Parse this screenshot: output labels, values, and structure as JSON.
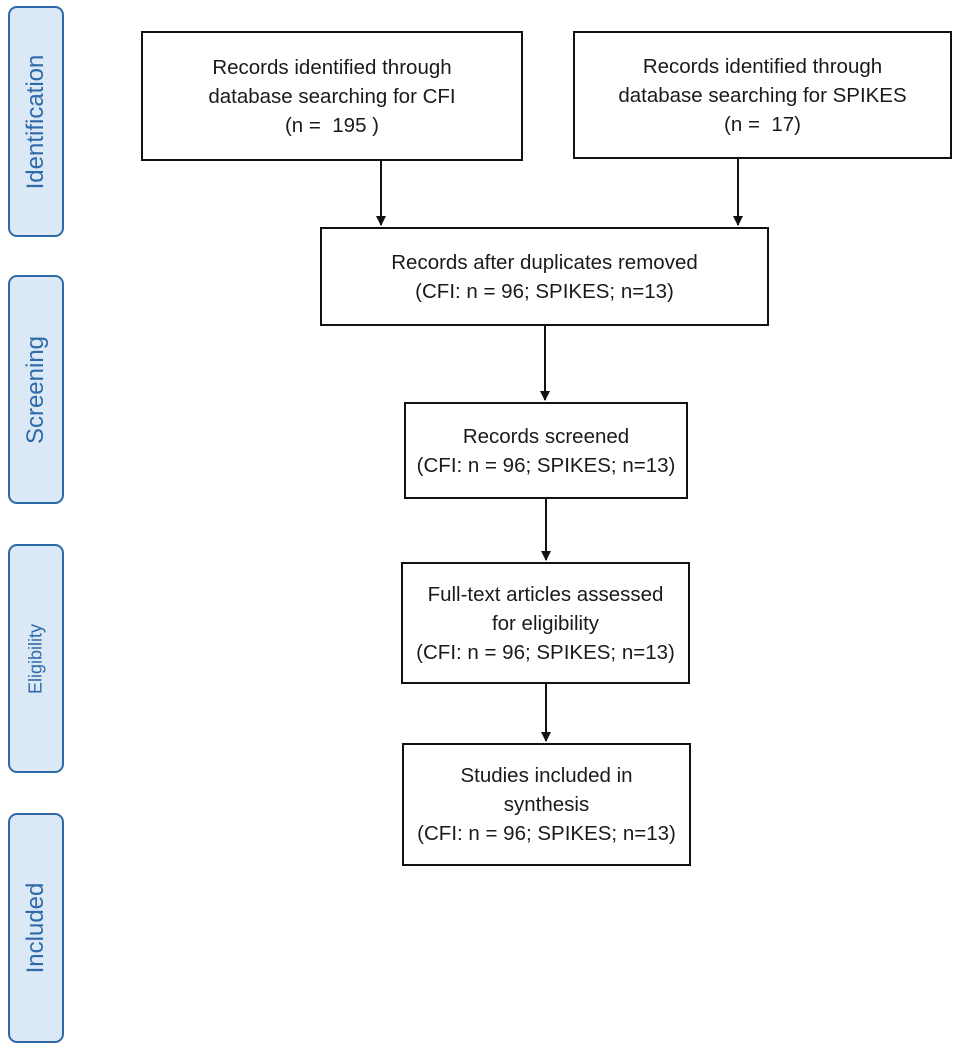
{
  "phases": {
    "identification": "Identification",
    "screening": "Screening",
    "eligibility": "Eligibility",
    "included": "Included"
  },
  "boxes": {
    "identified_cfi": {
      "line1": "Records identified through",
      "line2": "database searching for CFI",
      "line3": "(n =  195 )"
    },
    "identified_spikes": {
      "line1": "Records identified through",
      "line2": "database searching for SPIKES",
      "line3": "(n =  17)"
    },
    "duplicates_removed": {
      "line1": "Records after duplicates removed",
      "line2": "(CFI: n = 96; SPIKES; n=13)"
    },
    "screened": {
      "line1": "Records screened",
      "line2": "(CFI: n = 96; SPIKES; n=13)"
    },
    "full_text": {
      "line1": "Full-text articles assessed",
      "line2": "for eligibility",
      "line3": "(CFI: n = 96; SPIKES; n=13)"
    },
    "included": {
      "line1": "Studies included in",
      "line2": "synthesis",
      "line3": "(CFI: n = 96; SPIKES; n=13)"
    }
  }
}
